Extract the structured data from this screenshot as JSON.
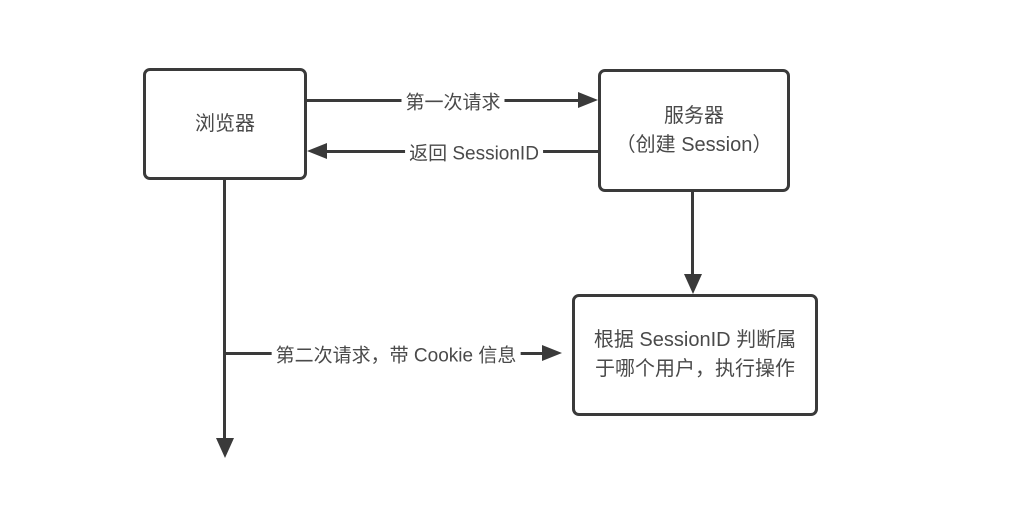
{
  "nodes": {
    "browser": {
      "label": "浏览器"
    },
    "server": {
      "line1": "服务器",
      "line2": "（创建 Session）"
    },
    "handler": {
      "line1": "根据 SessionID 判断属",
      "line2": "于哪个用户，执行操作"
    }
  },
  "edges": {
    "first_request": {
      "label": "第一次请求",
      "from": "browser",
      "to": "server"
    },
    "return_sessionid": {
      "label": "返回 SessionID",
      "from": "server",
      "to": "browser"
    },
    "server_to_handler": {
      "label": "",
      "from": "server",
      "to": "handler"
    },
    "second_request": {
      "label": "第二次请求，带 Cookie 信息",
      "from": "browser",
      "to": "handler"
    }
  },
  "colors": {
    "line": "#3a3a3a",
    "text": "#4a4a4a",
    "background": "#ffffff"
  }
}
